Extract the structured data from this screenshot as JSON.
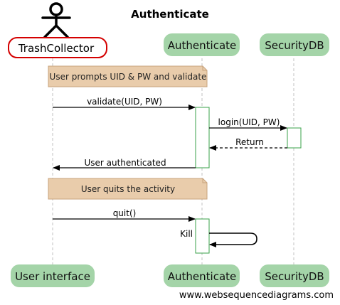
{
  "title": "Authenticate",
  "participants": {
    "actor": {
      "label": "TrashCollector",
      "bottom_label": "User interface",
      "icon": "stick-figure-icon"
    },
    "authenticate": {
      "label": "Authenticate"
    },
    "securitydb": {
      "label": "SecurityDB"
    }
  },
  "notes": {
    "note1": "User prompts UID & PW and validate",
    "note2": "User quits the activity"
  },
  "messages": {
    "validate": "validate(UID, PW)",
    "login": "login(UID, PW)",
    "return": "Return",
    "authenticated": "User authenticated",
    "quit": "quit()",
    "kill": "Kill"
  },
  "watermark": "www.websequencediagrams.com",
  "colors": {
    "participant_fill": "#a4d4a8",
    "note_fill": "#e9ccab",
    "note_border": "#c8a37d",
    "activation_border": "#3aa24a",
    "lifeline": "#c0c0c0",
    "highlight_outline": "#d40000"
  }
}
